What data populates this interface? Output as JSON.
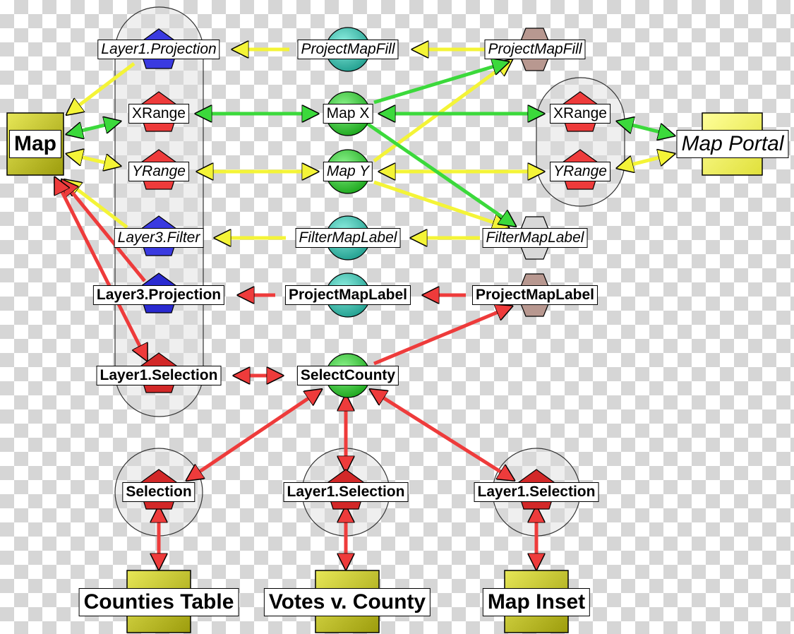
{
  "map": "Map",
  "map_portal": "Map Portal",
  "views": {
    "counties_table": "Counties Table",
    "votes_v_county": "Votes v. County",
    "map_inset": "Map Inset"
  },
  "left_column": {
    "layer1_projection": "Layer1.Projection",
    "xrange": "XRange",
    "yrange": "YRange",
    "layer3_filter": "Layer3.Filter",
    "layer3_projection": "Layer3.Projection",
    "layer1_selection": "Layer1.Selection"
  },
  "middle_column": {
    "project_map_fill": "ProjectMapFill",
    "map_x": "Map X",
    "map_y": "Map Y",
    "filter_map_label": "FilterMapLabel",
    "project_map_label": "ProjectMapLabel",
    "select_county": "SelectCounty"
  },
  "right_column": {
    "project_map_fill": "ProjectMapFill",
    "xrange": "XRange",
    "yrange": "YRange",
    "filter_map_label": "FilterMapLabel",
    "project_map_label": "ProjectMapLabel"
  },
  "bottom_row": {
    "counties_selection": "Selection",
    "votes_layer1_selection": "Layer1.Selection",
    "inset_layer1_selection": "Layer1.Selection"
  },
  "colors": {
    "yellow_arrow": "#f4f437",
    "green_arrow": "#3bd93b",
    "red_arrow": "#ee3b3b",
    "view_box": "#c2c21a",
    "teal_node": "#33bcaa",
    "green_node": "#27c427",
    "blue_node": "#2a2ad0",
    "red_node": "#d22828"
  }
}
